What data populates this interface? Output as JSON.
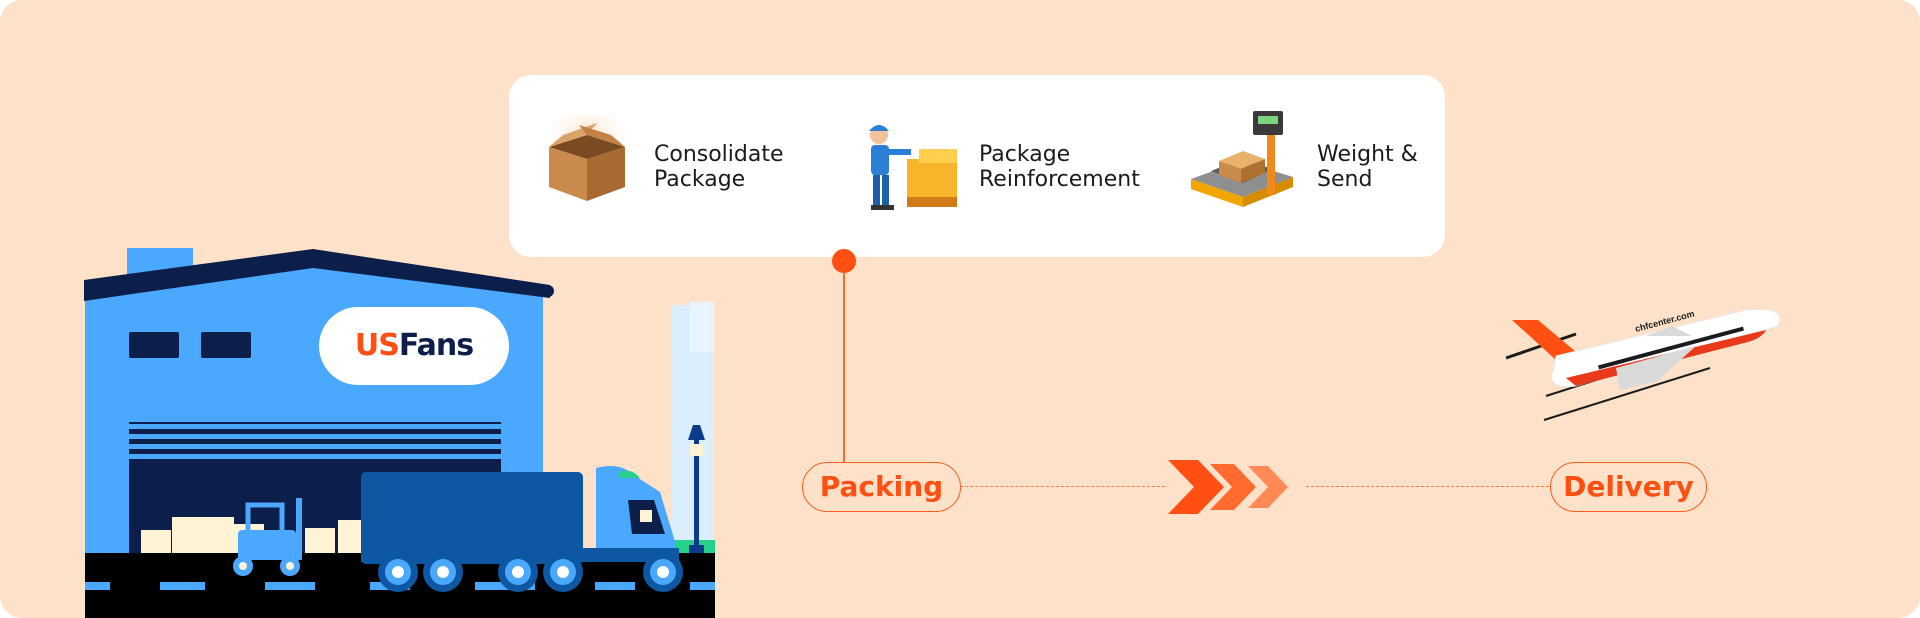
{
  "steps": [
    {
      "title_line1": "Consolidate",
      "title_line2": "Package",
      "icon": "open-box-icon"
    },
    {
      "title_line1": "Package",
      "title_line2": "Reinforcement",
      "icon": "worker-packing-icon"
    },
    {
      "title_line1": "Weight &",
      "title_line2": "Send",
      "icon": "scale-icon"
    }
  ],
  "flow": {
    "start_label": "Packing",
    "end_label": "Delivery"
  },
  "warehouse": {
    "logo_us": "US",
    "logo_fans": "Fans"
  },
  "plane": {
    "livery_text": "chfcenter.com"
  },
  "colors": {
    "background": "#fde1c8",
    "accent": "#ff4f12",
    "building": "#4aa8ff",
    "navy": "#0c1e4a"
  }
}
